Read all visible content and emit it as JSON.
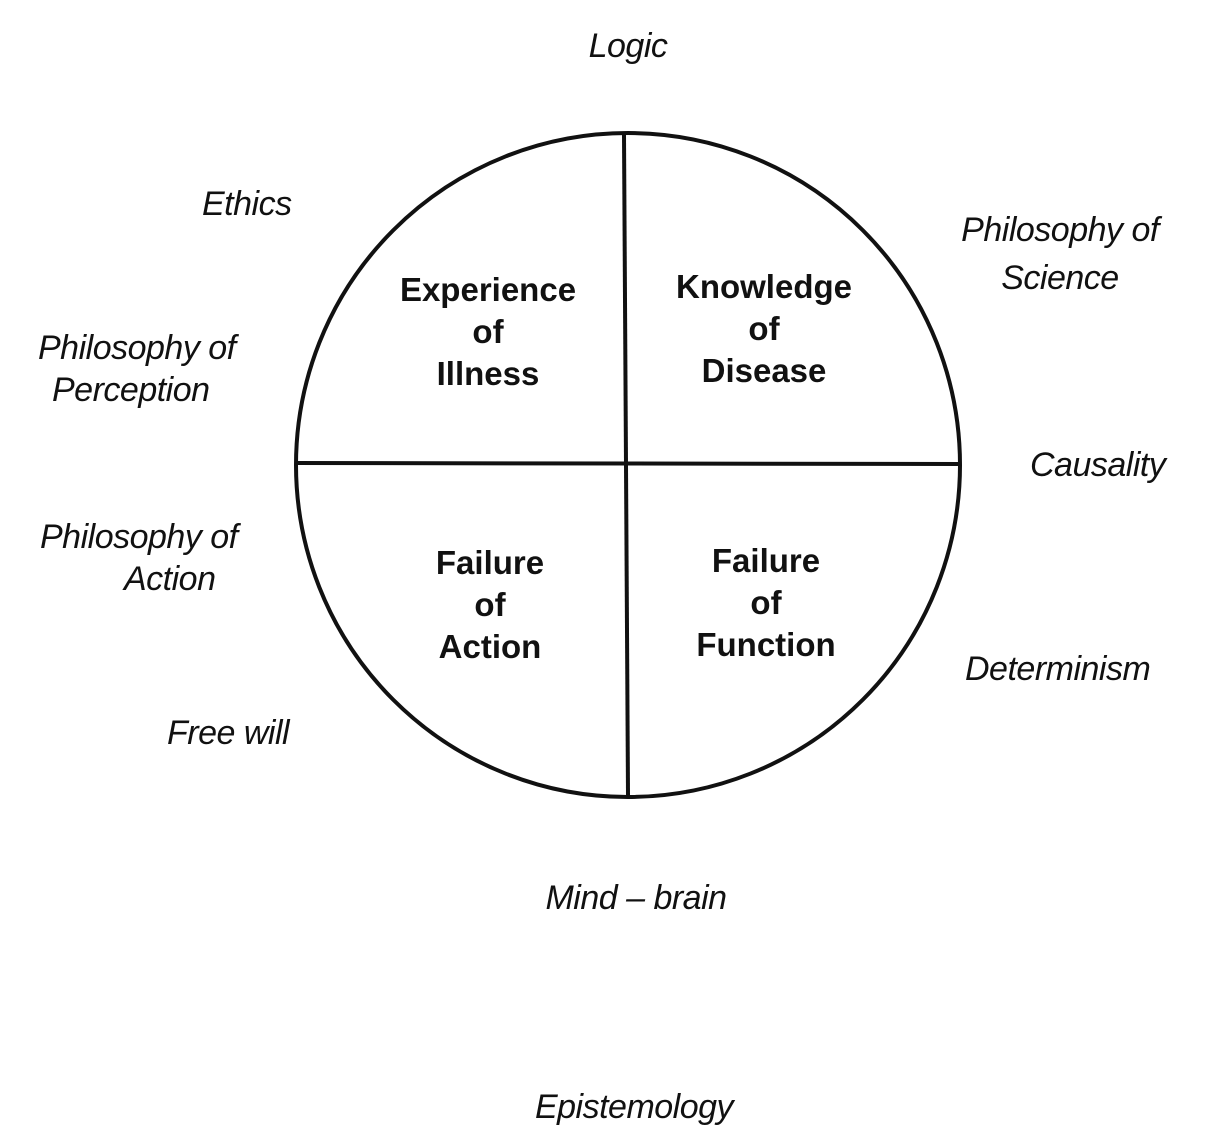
{
  "quadrants": {
    "top_left": [
      "Experience",
      "of",
      "Illness"
    ],
    "top_right": [
      "Knowledge",
      "of",
      "Disease"
    ],
    "bottom_left": [
      "Failure",
      "of",
      "Action"
    ],
    "bottom_right": [
      "Failure",
      "of",
      "Function"
    ]
  },
  "outer_labels": {
    "logic": "Logic",
    "ethics": "Ethics",
    "philosophy_of_science": [
      "Philosophy of",
      "Science"
    ],
    "philosophy_of_perception": [
      "Philosophy of",
      "Perception"
    ],
    "causality": "Causality",
    "philosophy_of_action": [
      "Philosophy of",
      "Action"
    ],
    "determinism": "Determinism",
    "free_will": "Free will",
    "mind_brain": "Mind – brain",
    "epistemology": "Epistemology"
  },
  "colors": {
    "line": "#111111",
    "background": "#ffffff"
  }
}
